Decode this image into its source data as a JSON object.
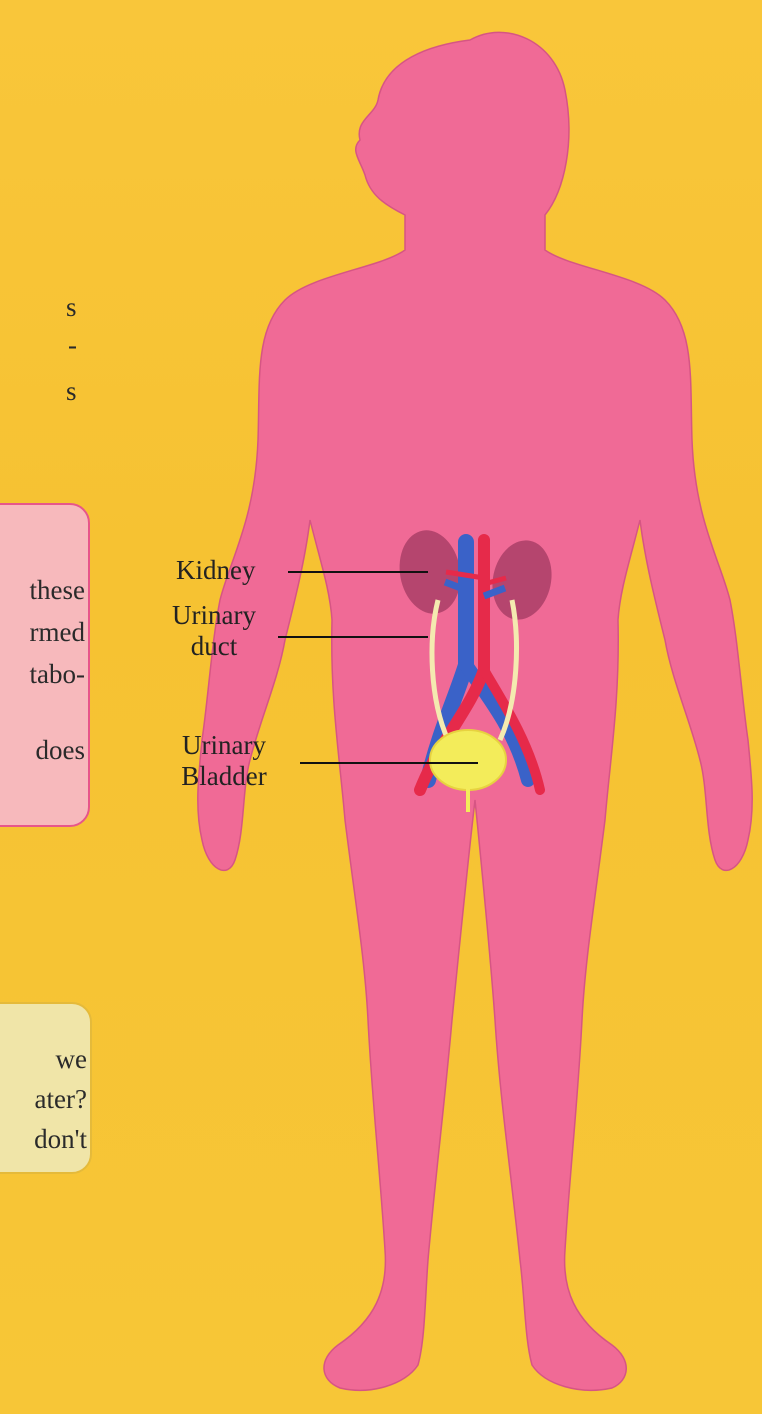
{
  "fragments": {
    "f1": "s",
    "f2": "-",
    "f3": "s",
    "f4": "these",
    "f5": "rmed",
    "f6": "tabo-",
    "f7": "does",
    "f8": "we",
    "f9": "ater?",
    "f10": "don't"
  },
  "labels": {
    "kidney": "Kidney",
    "duct_line1": "Urinary",
    "duct_line2": "duct",
    "bladder_line1": "Urinary",
    "bladder_line2": "Bladder"
  },
  "colors": {
    "background": "#f7c637",
    "body": "#f06a96",
    "vein": "#3a62c8",
    "artery": "#e62a4a",
    "kidney": "#b5456e",
    "bladder": "#f3ec5a",
    "pink_box": "#f7b9bc",
    "yellow_box": "#f0e5a8"
  }
}
